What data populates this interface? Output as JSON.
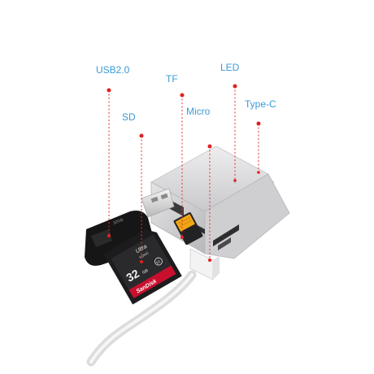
{
  "callouts": {
    "usb": "USB2.0",
    "tf": "TF",
    "led": "LED",
    "sd": "SD",
    "micro": "Micro",
    "typec": "Type-C"
  },
  "sd_card": {
    "brand": "SanDisk",
    "line": "Ultra",
    "capacity": "32",
    "unit": "GB",
    "type": "SDHC",
    "class": "10"
  },
  "usb_drive_label": "32GB",
  "colors": {
    "callout_text": "#3a9bd5",
    "leader_line": "#e03030",
    "hub_body": "#d4d4d6",
    "sd_red": "#c8102e",
    "usb_black": "#161616"
  }
}
